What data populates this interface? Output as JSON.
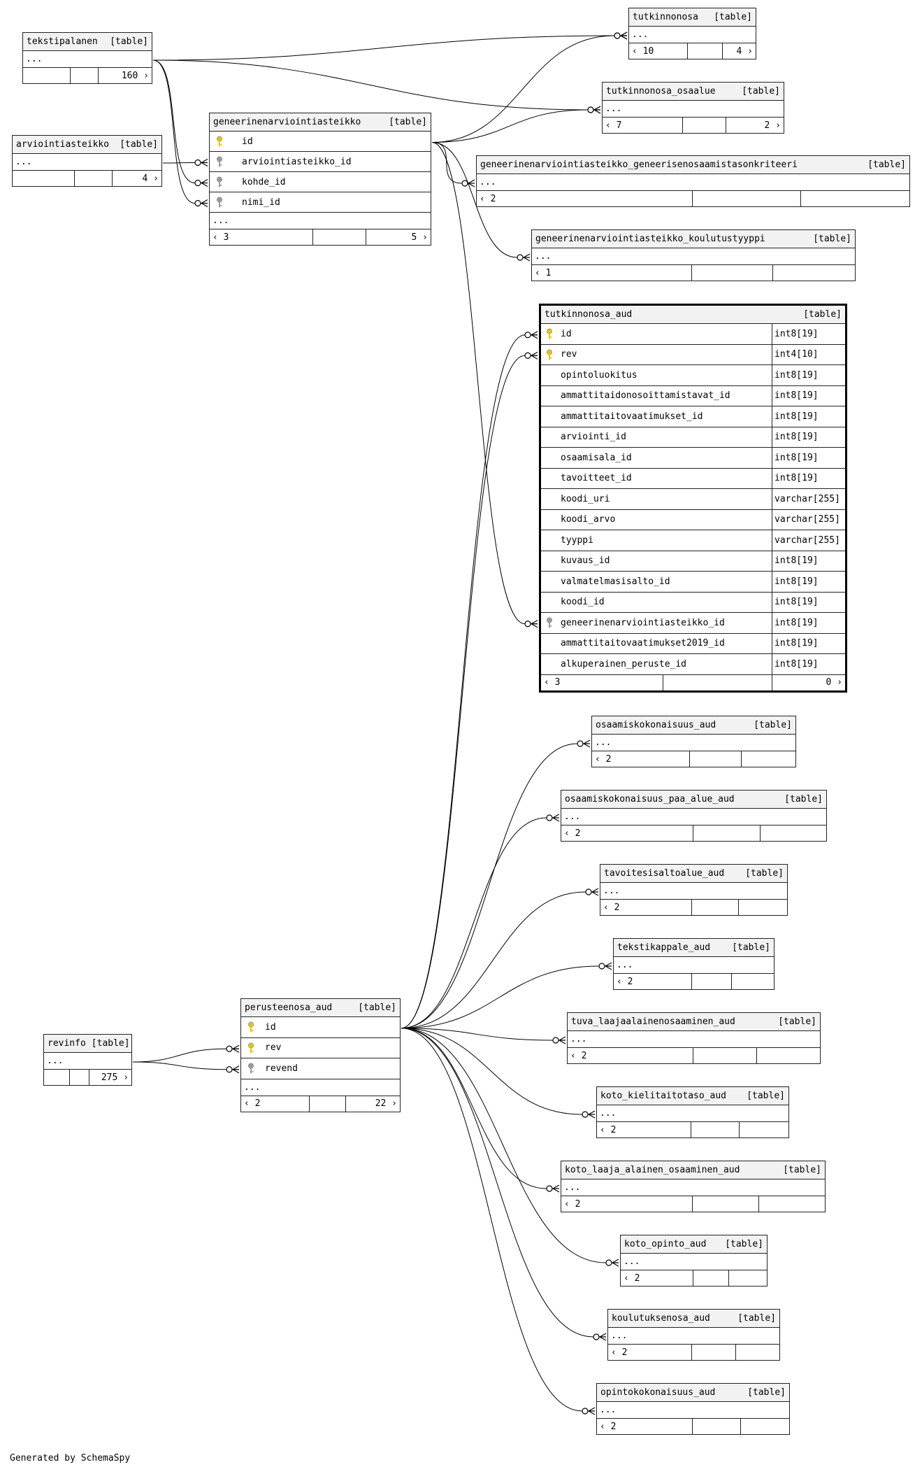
{
  "diagram": {
    "tables": [
      {
        "id": "tekstipalanen",
        "name": "tekstipalanen",
        "tag": "[table]",
        "columns": [],
        "ellipsis": "...",
        "footer": [
          "",
          "",
          "160 ›"
        ]
      },
      {
        "id": "arviointiasteikko",
        "name": "arviointiasteikko",
        "tag": "[table]",
        "columns": [],
        "ellipsis": "...",
        "footer": [
          "",
          "",
          "4 ›"
        ]
      },
      {
        "id": "geneerinenarviointiasteikko",
        "name": "geneerinenarviointiasteikko",
        "tag": "[table]",
        "columns": [
          {
            "name": "id",
            "key": "primary"
          },
          {
            "name": "arviointiasteikko_id",
            "key": "foreign"
          },
          {
            "name": "kohde_id",
            "key": "foreign"
          },
          {
            "name": "nimi_id",
            "key": "foreign"
          }
        ],
        "ellipsis": "...",
        "footer": [
          "‹ 3",
          "",
          "5 ›"
        ]
      },
      {
        "id": "tutkinnonosa",
        "name": "tutkinnonosa",
        "tag": "[table]",
        "columns": [],
        "ellipsis": "...",
        "footer": [
          "‹ 10",
          "",
          "4 ›"
        ]
      },
      {
        "id": "tutkinnonosa_osaalue",
        "name": "tutkinnonosa_osaalue",
        "tag": "[table]",
        "columns": [],
        "ellipsis": "...",
        "footer": [
          "‹ 7",
          "",
          "2 ›"
        ]
      },
      {
        "id": "gen_kriteeri",
        "name": "geneerinenarviointiasteikko_geneerisenosaamistasonkriteeri",
        "tag": "[table]",
        "columns": [],
        "ellipsis": "...",
        "footer": [
          "‹ 2",
          "",
          ""
        ]
      },
      {
        "id": "gen_koulutustyyppi",
        "name": "geneerinenarviointiasteikko_koulutustyyppi",
        "tag": "[table]",
        "columns": [],
        "ellipsis": "...",
        "footer": [
          "‹ 1",
          "",
          ""
        ]
      },
      {
        "id": "tutkinnonosa_aud",
        "name": "tutkinnonosa_aud",
        "tag": "[table]",
        "focus": true,
        "columns": [
          {
            "name": "id",
            "type": "int8[19]",
            "key": "primary"
          },
          {
            "name": "rev",
            "type": "int4[10]",
            "key": "primary"
          },
          {
            "name": "opintoluokitus",
            "type": "int8[19]",
            "key": ""
          },
          {
            "name": "ammattitaidonosoittamistavat_id",
            "type": "int8[19]",
            "key": ""
          },
          {
            "name": "ammattitaitovaatimukset_id",
            "type": "int8[19]",
            "key": ""
          },
          {
            "name": "arviointi_id",
            "type": "int8[19]",
            "key": ""
          },
          {
            "name": "osaamisala_id",
            "type": "int8[19]",
            "key": ""
          },
          {
            "name": "tavoitteet_id",
            "type": "int8[19]",
            "key": ""
          },
          {
            "name": "koodi_uri",
            "type": "varchar[255]",
            "key": ""
          },
          {
            "name": "koodi_arvo",
            "type": "varchar[255]",
            "key": ""
          },
          {
            "name": "tyyppi",
            "type": "varchar[255]",
            "key": ""
          },
          {
            "name": "kuvaus_id",
            "type": "int8[19]",
            "key": ""
          },
          {
            "name": "valmatelmasisalto_id",
            "type": "int8[19]",
            "key": ""
          },
          {
            "name": "koodi_id",
            "type": "int8[19]",
            "key": ""
          },
          {
            "name": "geneerinenarviointiasteikko_id",
            "type": "int8[19]",
            "key": "foreign"
          },
          {
            "name": "ammattitaitovaatimukset2019_id",
            "type": "int8[19]",
            "key": ""
          },
          {
            "name": "alkuperainen_peruste_id",
            "type": "int8[19]",
            "key": ""
          }
        ],
        "footer": [
          "‹ 3",
          "",
          "0 ›"
        ]
      },
      {
        "id": "osaamiskokonaisuus_aud",
        "name": "osaamiskokonaisuus_aud",
        "tag": "[table]",
        "columns": [],
        "ellipsis": "...",
        "footer": [
          "‹ 2",
          "",
          ""
        ]
      },
      {
        "id": "osaamiskokonaisuus_paa_alue_aud",
        "name": "osaamiskokonaisuus_paa_alue_aud",
        "tag": "[table]",
        "columns": [],
        "ellipsis": "...",
        "footer": [
          "‹ 2",
          "",
          ""
        ]
      },
      {
        "id": "tavoitesisaltoalue_aud",
        "name": "tavoitesisaltoalue_aud",
        "tag": "[table]",
        "columns": [],
        "ellipsis": "...",
        "footer": [
          "‹ 2",
          "",
          ""
        ]
      },
      {
        "id": "tekstikappale_aud",
        "name": "tekstikappale_aud",
        "tag": "[table]",
        "columns": [],
        "ellipsis": "...",
        "footer": [
          "‹ 2",
          "",
          ""
        ]
      },
      {
        "id": "tuva_laajaalainenosaaminen_aud",
        "name": "tuva_laajaalainenosaaminen_aud",
        "tag": "[table]",
        "columns": [],
        "ellipsis": "...",
        "footer": [
          "‹ 2",
          "",
          ""
        ]
      },
      {
        "id": "koto_kielitaitotaso_aud",
        "name": "koto_kielitaitotaso_aud",
        "tag": "[table]",
        "columns": [],
        "ellipsis": "...",
        "footer": [
          "‹ 2",
          "",
          ""
        ]
      },
      {
        "id": "koto_laaja_alainen_osaaminen_aud",
        "name": "koto_laaja_alainen_osaaminen_aud",
        "tag": "[table]",
        "columns": [],
        "ellipsis": "...",
        "footer": [
          "‹ 2",
          "",
          ""
        ]
      },
      {
        "id": "koto_opinto_aud",
        "name": "koto_opinto_aud",
        "tag": "[table]",
        "columns": [],
        "ellipsis": "...",
        "footer": [
          "‹ 2",
          "",
          ""
        ]
      },
      {
        "id": "koulutuksenosa_aud",
        "name": "koulutuksenosa_aud",
        "tag": "[table]",
        "columns": [],
        "ellipsis": "...",
        "footer": [
          "‹ 2",
          "",
          ""
        ]
      },
      {
        "id": "opintokokonaisuus_aud",
        "name": "opintokokonaisuus_aud",
        "tag": "[table]",
        "columns": [],
        "ellipsis": "...",
        "footer": [
          "‹ 2",
          "",
          ""
        ]
      },
      {
        "id": "revinfo",
        "name": "revinfo",
        "tag": "[table]",
        "columns": [],
        "ellipsis": "...",
        "footer": [
          "",
          "",
          "275 ›"
        ]
      },
      {
        "id": "perusteenosa_aud",
        "name": "perusteenosa_aud",
        "tag": "[table]",
        "columns": [
          {
            "name": "id",
            "key": "primary"
          },
          {
            "name": "rev",
            "key": "primary"
          },
          {
            "name": "revend",
            "key": "foreign"
          }
        ],
        "ellipsis": "...",
        "footer": [
          "‹ 2",
          "",
          "22 ›"
        ]
      }
    ],
    "relationships": [
      {
        "from": "tekstipalanen",
        "to": "tutkinnonosa"
      },
      {
        "from": "tekstipalanen",
        "to": "tutkinnonosa_osaalue"
      },
      {
        "from": "tekstipalanen",
        "to": "geneerinenarviointiasteikko",
        "to_column": "kohde_id"
      },
      {
        "from": "tekstipalanen",
        "to": "geneerinenarviointiasteikko",
        "to_column": "nimi_id"
      },
      {
        "from": "arviointiasteikko",
        "to": "geneerinenarviointiasteikko",
        "to_column": "arviointiasteikko_id"
      },
      {
        "from": "geneerinenarviointiasteikko",
        "to": "tutkinnonosa"
      },
      {
        "from": "geneerinenarviointiasteikko",
        "to": "tutkinnonosa_osaalue"
      },
      {
        "from": "geneerinenarviointiasteikko",
        "to": "gen_kriteeri"
      },
      {
        "from": "geneerinenarviointiasteikko",
        "to": "gen_koulutustyyppi"
      },
      {
        "from": "geneerinenarviointiasteikko",
        "to": "tutkinnonosa_aud",
        "to_column": "geneerinenarviointiasteikko_id"
      },
      {
        "from": "perusteenosa_aud",
        "to": "tutkinnonosa_aud",
        "to_column": "id"
      },
      {
        "from": "perusteenosa_aud",
        "to": "tutkinnonosa_aud",
        "to_column": "rev"
      },
      {
        "from": "revinfo",
        "to": "perusteenosa_aud",
        "to_column": "rev"
      },
      {
        "from": "revinfo",
        "to": "perusteenosa_aud",
        "to_column": "revend"
      },
      {
        "from": "perusteenosa_aud",
        "to": "osaamiskokonaisuus_aud"
      },
      {
        "from": "perusteenosa_aud",
        "to": "osaamiskokonaisuus_paa_alue_aud"
      },
      {
        "from": "perusteenosa_aud",
        "to": "tavoitesisaltoalue_aud"
      },
      {
        "from": "perusteenosa_aud",
        "to": "tekstikappale_aud"
      },
      {
        "from": "perusteenosa_aud",
        "to": "tuva_laajaalainenosaaminen_aud"
      },
      {
        "from": "perusteenosa_aud",
        "to": "koto_kielitaitotaso_aud"
      },
      {
        "from": "perusteenosa_aud",
        "to": "koto_laaja_alainen_osaaminen_aud"
      },
      {
        "from": "perusteenosa_aud",
        "to": "koto_opinto_aud"
      },
      {
        "from": "perusteenosa_aud",
        "to": "koulutuksenosa_aud"
      },
      {
        "from": "perusteenosa_aud",
        "to": "opintokokonaisuus_aud"
      }
    ],
    "colors": {
      "primary_key": "#e6c700",
      "foreign_key": "#9a9a9a",
      "header_bg": "#f2f2f2",
      "line": "#000000"
    },
    "footer_text": "Generated by SchemaSpy"
  }
}
